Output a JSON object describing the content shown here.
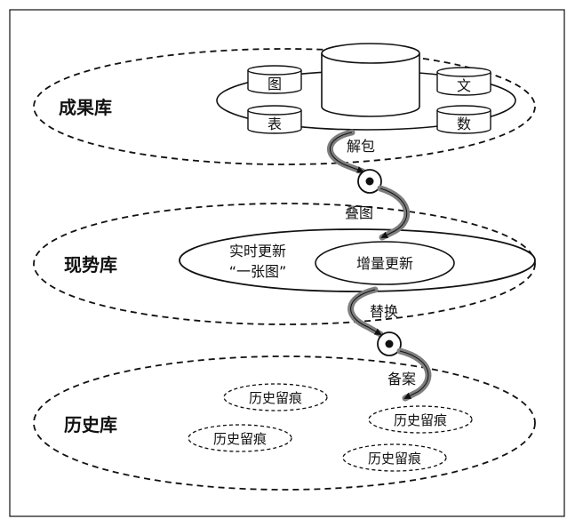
{
  "layers": {
    "results": {
      "label": "成果库",
      "items": {
        "map": "图",
        "text": "文",
        "table": "表",
        "data": "数"
      },
      "step": "解包"
    },
    "current": {
      "label": "现势库",
      "overlay_step": "叠图",
      "realtime_line1": "实时更新",
      "realtime_line2": "“一张图”",
      "incremental": "增量更新",
      "replace_step": "替换"
    },
    "history": {
      "label": "历史库",
      "archive_step": "备案",
      "traces": [
        "历史留痕",
        "历史留痕",
        "历史留痕",
        "历史留痕"
      ]
    }
  },
  "colors": {
    "stroke": "#111111",
    "arrow_fill": "#8a8a8a",
    "background": "#ffffff"
  }
}
